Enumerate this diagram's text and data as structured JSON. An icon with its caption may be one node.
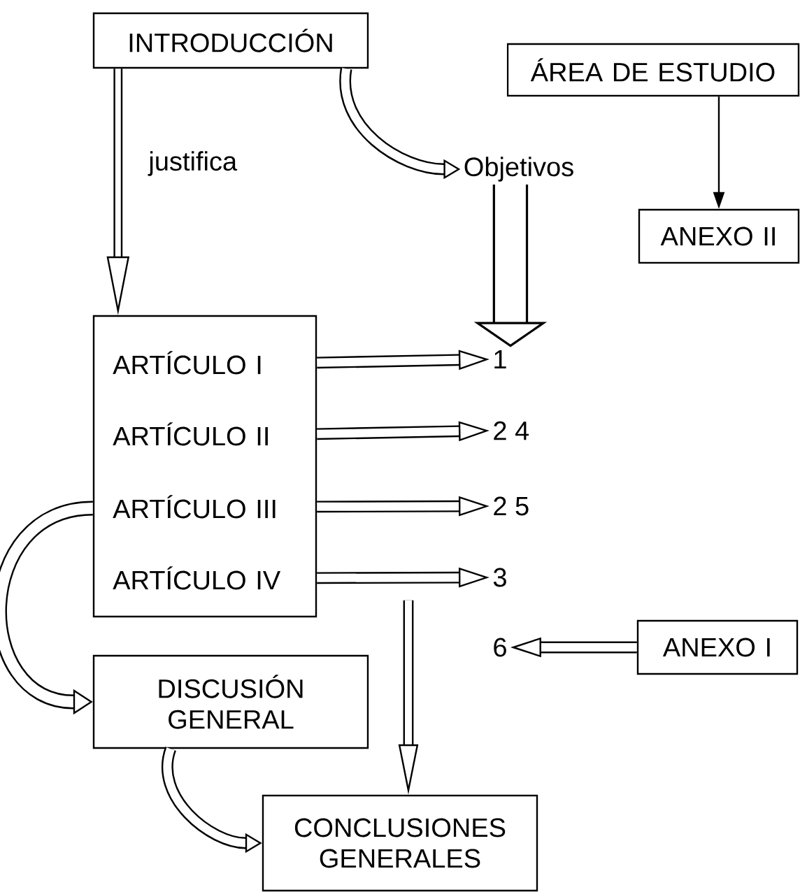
{
  "diagram": {
    "nodes": [
      {
        "text": [
          "INTRODUCCIÓN"
        ]
      },
      {
        "text": [
          "ÁREA DE ESTUDIO"
        ]
      },
      {
        "text": [
          "Objetivos"
        ]
      },
      {
        "text": [
          "ANEXO II"
        ]
      },
      {
        "text": [],
        "shape": "box"
      },
      {
        "text": [
          "ARTÍCULO I"
        ],
        "in": 4
      },
      {
        "text": [
          "ARTÍCULO II"
        ],
        "in": 4
      },
      {
        "text": [
          "ARTÍCULO III"
        ],
        "in": 4
      },
      {
        "text": [
          "ARTÍCULO IV"
        ],
        "in": 4
      },
      {
        "text": [
          "1"
        ]
      },
      {
        "text": [
          "2 4"
        ]
      },
      {
        "text": [
          "2 5"
        ]
      },
      {
        "text": [
          "3"
        ]
      },
      {
        "text": [
          "6"
        ]
      },
      {
        "text": [
          "ANEXO I"
        ]
      },
      {
        "text": [
          "DISCUSIÓN GENERAL"
        ]
      },
      {
        "text": [
          "CONCLUSIONES GENERALES"
        ]
      }
    ],
    "edges": [
      {
        "from": 0,
        "to": 4,
        "arrow": "to",
        "label": "justifica"
      },
      {
        "from": 0,
        "to": 2,
        "arrow": "to"
      },
      {
        "from": 1,
        "to": 3,
        "arrow": "to"
      },
      {
        "from": 2,
        "to": 9,
        "arrow": "to",
        "style": "thick"
      },
      {
        "from": 4,
        "to": 9,
        "arrow": "to"
      },
      {
        "from": 4,
        "to": 10,
        "arrow": "to"
      },
      {
        "from": 4,
        "to": 11,
        "arrow": "to"
      },
      {
        "from": 4,
        "to": 12,
        "arrow": "to"
      },
      {
        "from": null,
        "to": 16,
        "arrow": "to"
      },
      {
        "from": 14,
        "to": 13,
        "arrow": "to"
      },
      {
        "from": 4,
        "to": 15,
        "arrow": "to"
      },
      {
        "from": 15,
        "to": 16,
        "arrow": "to"
      }
    ]
  }
}
